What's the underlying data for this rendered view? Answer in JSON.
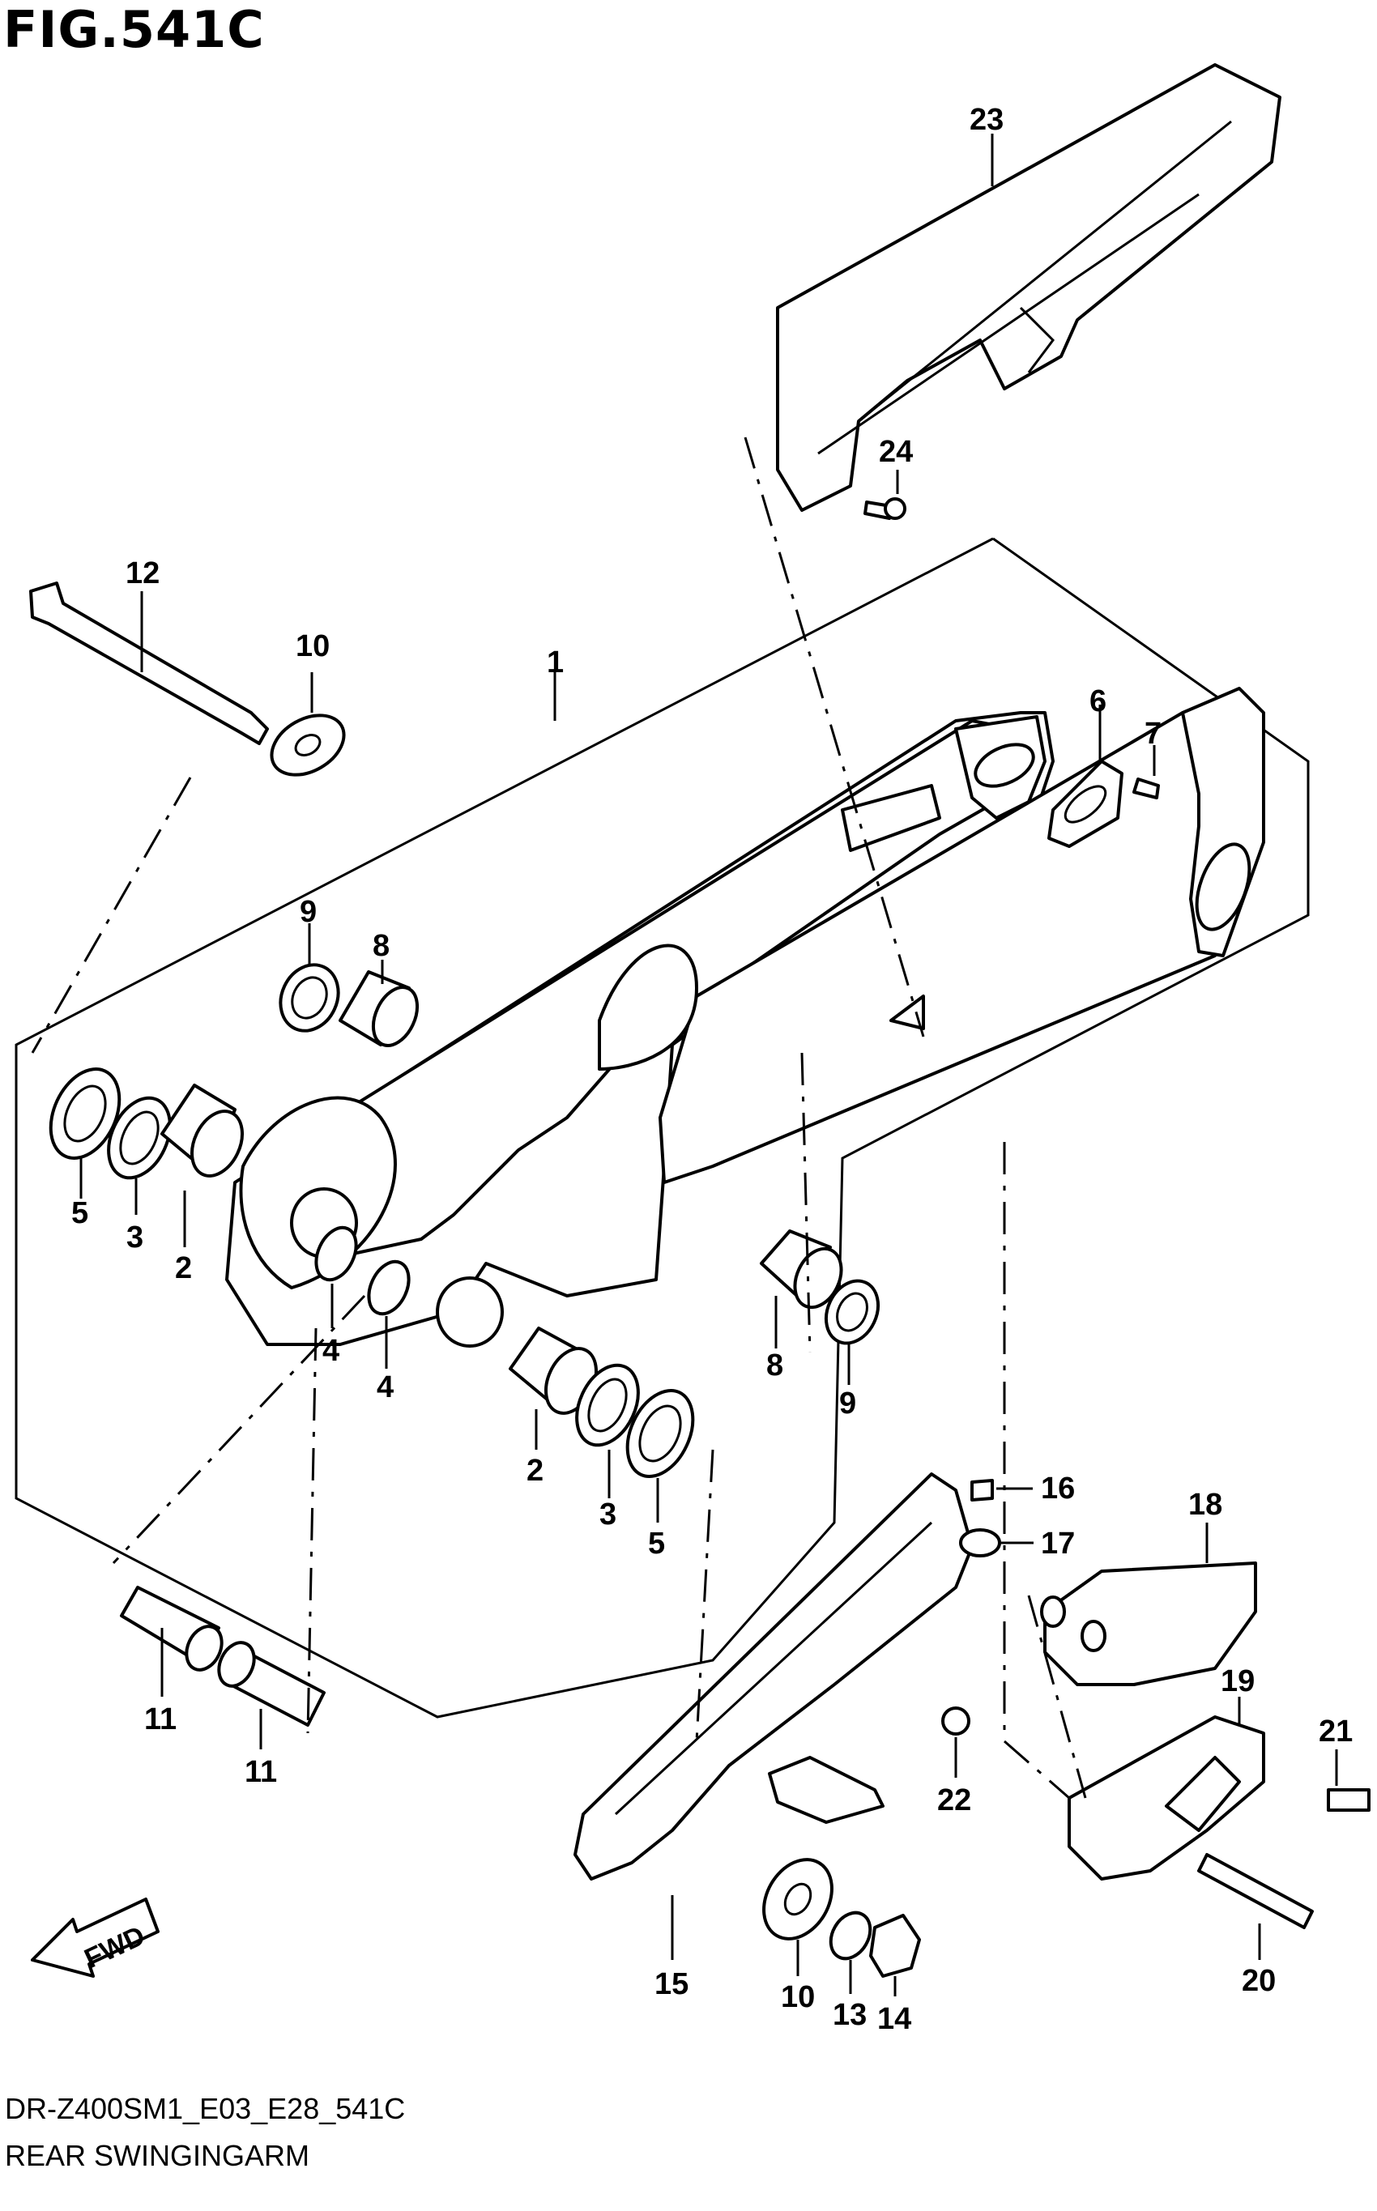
{
  "figure": {
    "title": "FIG.541C",
    "model_code": "DR-Z400SM1_E03_E28_541C",
    "name": "REAR SWINGINGARM",
    "fwd_label": "FWD"
  },
  "callouts": [
    {
      "id": "c23",
      "label": "23"
    },
    {
      "id": "c24",
      "label": "24"
    },
    {
      "id": "c12",
      "label": "12"
    },
    {
      "id": "c10a",
      "label": "10"
    },
    {
      "id": "c1",
      "label": "1"
    },
    {
      "id": "c6",
      "label": "6"
    },
    {
      "id": "c7",
      "label": "7"
    },
    {
      "id": "c9a",
      "label": "9"
    },
    {
      "id": "c8a",
      "label": "8"
    },
    {
      "id": "c5a",
      "label": "5"
    },
    {
      "id": "c3a",
      "label": "3"
    },
    {
      "id": "c2a",
      "label": "2"
    },
    {
      "id": "c4a",
      "label": "4"
    },
    {
      "id": "c4b",
      "label": "4"
    },
    {
      "id": "c8b",
      "label": "8"
    },
    {
      "id": "c9b",
      "label": "9"
    },
    {
      "id": "c2b",
      "label": "2"
    },
    {
      "id": "c3b",
      "label": "3"
    },
    {
      "id": "c5b",
      "label": "5"
    },
    {
      "id": "c16",
      "label": "16"
    },
    {
      "id": "c17",
      "label": "17"
    },
    {
      "id": "c18",
      "label": "18"
    },
    {
      "id": "c19",
      "label": "19"
    },
    {
      "id": "c21",
      "label": "21"
    },
    {
      "id": "c22",
      "label": "22"
    },
    {
      "id": "c11a",
      "label": "11"
    },
    {
      "id": "c11b",
      "label": "11"
    },
    {
      "id": "c15",
      "label": "15"
    },
    {
      "id": "c10b",
      "label": "10"
    },
    {
      "id": "c13",
      "label": "13"
    },
    {
      "id": "c14",
      "label": "14"
    },
    {
      "id": "c20",
      "label": "20"
    }
  ]
}
